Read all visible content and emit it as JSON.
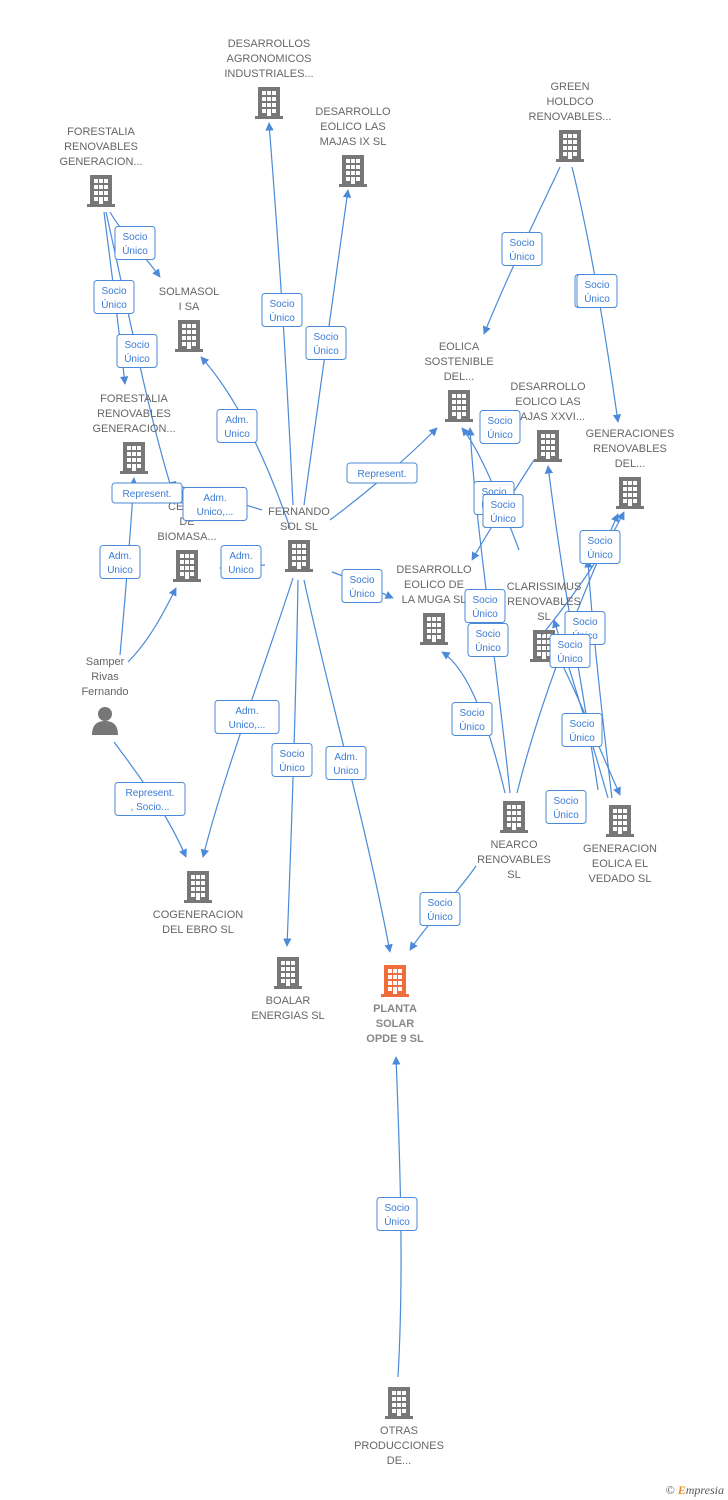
{
  "colors": {
    "edge": "#4a8ad8",
    "company": "#777777",
    "focus": "#f06d3c",
    "person": "#777777"
  },
  "nodes": [
    {
      "id": "desarrollos_agronomicos",
      "type": "company",
      "lines": [
        "DESARROLLOS",
        "AGRONOMICOS",
        "INDUSTRIALES..."
      ]
    },
    {
      "id": "desarrollo_majas_ix",
      "type": "company",
      "lines": [
        "DESARROLLO",
        "EOLICO LAS",
        "MAJAS IX  SL"
      ]
    },
    {
      "id": "green_holdco",
      "type": "company",
      "lines": [
        "GREEN",
        "HOLDCO",
        "RENOVABLES..."
      ]
    },
    {
      "id": "forestalia_1",
      "type": "company",
      "lines": [
        "FORESTALIA",
        "RENOVABLES",
        "GENERACION..."
      ]
    },
    {
      "id": "solmasol",
      "type": "company",
      "lines": [
        "SOLMASOL",
        "I SA"
      ]
    },
    {
      "id": "eolica_sostenible",
      "type": "company",
      "lines": [
        "EOLICA",
        "SOSTENIBLE",
        "DEL..."
      ]
    },
    {
      "id": "desarrollo_majas_xxvi",
      "type": "company",
      "lines": [
        "DESARROLLO",
        "EOLICO LAS",
        "MAJAS XXVI..."
      ]
    },
    {
      "id": "generaciones_renovables",
      "type": "company",
      "lines": [
        "GENERACIONES",
        "RENOVABLES",
        "DEL..."
      ]
    },
    {
      "id": "forestalia_2",
      "type": "company",
      "lines": [
        "FORESTALIA",
        "RENOVABLES",
        "GENERACION..."
      ]
    },
    {
      "id": "central_biomasa",
      "type": "company",
      "lines": [
        "CENT...",
        "DE",
        "BIOMASA..."
      ]
    },
    {
      "id": "fernando_sol",
      "type": "company",
      "lines": [
        "FERNANDO",
        "SOL SL"
      ]
    },
    {
      "id": "desarrollo_muga",
      "type": "company",
      "lines": [
        "DESARROLLO",
        "EOLICO DE",
        "LA MUGA SL"
      ]
    },
    {
      "id": "clarissimus",
      "type": "company",
      "lines": [
        "CLARISSIMUS",
        "RENOVABLES",
        "SL"
      ]
    },
    {
      "id": "samper_rivas",
      "type": "person",
      "lines": [
        "Samper",
        "Rivas",
        "Fernando"
      ]
    },
    {
      "id": "nearco",
      "type": "company",
      "lines": [
        "NEARCO",
        "RENOVABLES",
        "SL"
      ]
    },
    {
      "id": "generacion_vedado",
      "type": "company",
      "lines": [
        "GENERACION",
        "EOLICA EL",
        "VEDADO SL"
      ]
    },
    {
      "id": "cogeneracion_ebro",
      "type": "company",
      "lines": [
        "COGENERACION",
        "DEL EBRO  SL"
      ]
    },
    {
      "id": "boalar",
      "type": "company",
      "lines": [
        "BOALAR",
        "ENERGIAS  SL"
      ]
    },
    {
      "id": "planta_solar",
      "type": "focus",
      "lines": [
        "PLANTA",
        "SOLAR",
        "OPDE 9  SL"
      ]
    },
    {
      "id": "otras_producciones",
      "type": "company",
      "lines": [
        "OTRAS",
        "PRODUCCIONES",
        "DE..."
      ]
    }
  ],
  "relations": [
    {
      "lines": [
        "Socio",
        "Único"
      ]
    },
    {
      "lines": [
        "Socio",
        "Único"
      ]
    },
    {
      "lines": [
        "Socio",
        "Único"
      ]
    },
    {
      "lines": [
        "Socio",
        "Único"
      ]
    },
    {
      "lines": [
        "Socio",
        "Único"
      ]
    },
    {
      "lines": [
        "Socio",
        "Único"
      ]
    },
    {
      "lines": [
        "Socio",
        "Único"
      ]
    },
    {
      "lines": [
        "Adm.",
        "Unico"
      ]
    },
    {
      "lines": [
        "Represent."
      ]
    },
    {
      "lines": [
        "Adm.",
        "Unico,..."
      ]
    },
    {
      "lines": [
        "Adm.",
        "Unico"
      ]
    },
    {
      "lines": [
        "Adm.",
        "Unico"
      ]
    },
    {
      "lines": [
        "Represent."
      ]
    },
    {
      "lines": [
        "Socio",
        "Único"
      ]
    },
    {
      "lines": [
        "Socio",
        "Único"
      ]
    },
    {
      "lines": [
        "Socio",
        "Único"
      ]
    },
    {
      "lines": [
        "Socio",
        "Único"
      ]
    },
    {
      "lines": [
        "Socio",
        "Único"
      ]
    },
    {
      "lines": [
        "Socio",
        "Único"
      ]
    },
    {
      "lines": [
        "Socio",
        "Único"
      ]
    },
    {
      "lines": [
        "Socio",
        "Único"
      ]
    },
    {
      "lines": [
        "Socio",
        "Único"
      ]
    },
    {
      "lines": [
        "Socio",
        "Único"
      ]
    },
    {
      "lines": [
        "Socio",
        "Único"
      ]
    },
    {
      "lines": [
        "Socio",
        "Único"
      ]
    },
    {
      "lines": [
        "Adm.",
        "Unico,..."
      ]
    },
    {
      "lines": [
        "Socio",
        "Único"
      ]
    },
    {
      "lines": [
        "Adm.",
        "Unico"
      ]
    },
    {
      "lines": [
        "Represent.",
        ", Socio..."
      ]
    },
    {
      "lines": [
        "Socio",
        "Único"
      ]
    },
    {
      "lines": [
        "Socio",
        "Único"
      ]
    },
    {
      "lines": [
        "Socio",
        "Único"
      ]
    },
    {
      "lines": [
        "Socio",
        "Único"
      ]
    }
  ],
  "watermark": {
    "copyright": "©",
    "brand_first": "E",
    "brand_rest": "mpresia"
  }
}
